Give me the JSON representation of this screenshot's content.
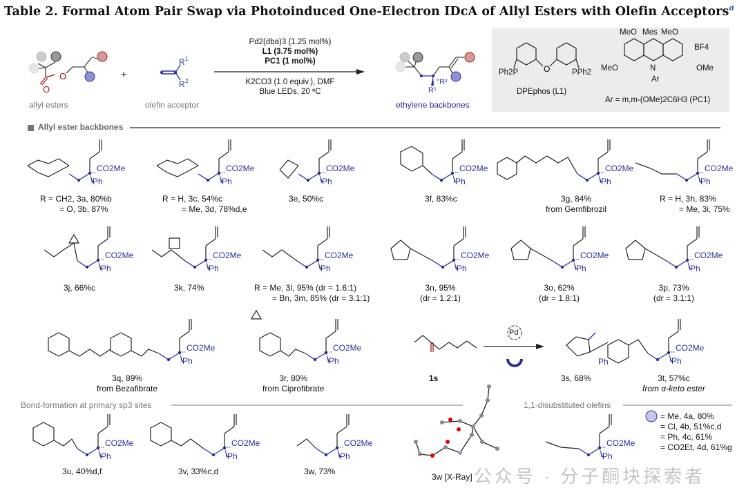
{
  "title": {
    "text": "Table 2. Formal Atom Pair Swap via Photoinduced One-Electron IDcA of Allyl Esters with Olefin Acceptors",
    "footnote": "a"
  },
  "scheme": {
    "reactant1_label": "allyl esters",
    "plus": "+",
    "reactant2_label": "olefin acceptor",
    "product_label": "ethylene backbones",
    "conditions_above": [
      "Pd2(dba)3 (1.25 mol%)",
      "L1 (3.75 mol%)",
      "PC1 (1 mol%)"
    ],
    "conditions_below": [
      "K2CO3 (1.0 equiv.), DMF",
      "Blue LEDs, 20 ºC"
    ],
    "ligand_label": "DPEphos (L1)",
    "ligand_groups": [
      "Ph2P",
      "O",
      "PPh2"
    ],
    "photocat_groups": [
      "MeO",
      "Mes",
      "MeO",
      "BF4",
      "MeO",
      "N",
      "OMe",
      "Ar"
    ],
    "photocat_label": "Ar = m,m-(OMe)2C6H3 (PC1)"
  },
  "sections": {
    "s1": "Allyl ester backbones",
    "s2": "Bond-formation at primary sp3 sites",
    "s3": "1,1-disubstituted olefins"
  },
  "compounds": [
    {
      "id": "3a/3b",
      "lines": [
        "R = CH2, 3a, 80%b",
        "= O, 3b, 87%"
      ]
    },
    {
      "id": "3c/3d",
      "lines": [
        "R = H, 3c, 54%c",
        "= Me, 3d, 78%d,e"
      ]
    },
    {
      "id": "3e",
      "lines": [
        "3e, 50%c"
      ]
    },
    {
      "id": "3f",
      "lines": [
        "3f, 83%c"
      ]
    },
    {
      "id": "3g",
      "lines": [
        "3g, 84%",
        "from Gemfibrozil"
      ]
    },
    {
      "id": "3h/3i",
      "lines": [
        "R = H, 3h, 83%",
        "= Me, 3i, 75%"
      ]
    },
    {
      "id": "3j",
      "lines": [
        "3j, 66%c"
      ]
    },
    {
      "id": "3k",
      "lines": [
        "3k, 74%"
      ]
    },
    {
      "id": "3l/3m",
      "lines": [
        "R = Me, 3l, 95% (dr = 1.6:1)",
        "= Bn, 3m, 85% (dr = 3.1:1)"
      ]
    },
    {
      "id": "3n",
      "lines": [
        "3n, 95%",
        "(dr = 1.2:1)"
      ]
    },
    {
      "id": "3o",
      "lines": [
        "3o, 62%",
        "(dr = 1.8:1)"
      ]
    },
    {
      "id": "3p",
      "lines": [
        "3p, 73%",
        "(dr = 3.1:1)"
      ]
    },
    {
      "id": "3q",
      "lines": [
        "3q, 89%",
        "from Bezafibrate"
      ]
    },
    {
      "id": "3r",
      "lines": [
        "3r, 80%",
        "from Ciprofibrate"
      ]
    },
    {
      "id": "1s",
      "lines": [
        "1s"
      ]
    },
    {
      "id": "3s",
      "lines": [
        "3s, 68%"
      ]
    },
    {
      "id": "3t",
      "lines": [
        "3t, 57%c",
        "from α-keto ester"
      ]
    },
    {
      "id": "3u",
      "lines": [
        "3u, 40%d,f"
      ]
    },
    {
      "id": "3v",
      "lines": [
        "3v, 33%c,d"
      ]
    },
    {
      "id": "3w",
      "lines": [
        "3w, 73%"
      ]
    },
    {
      "id": "3w-xray",
      "lines": [
        "3w [X-Ray]"
      ]
    },
    {
      "id": "4a-4d",
      "lines": [
        "= Me, 4a, 80%",
        "= Cl, 4b, 51%c,d",
        "= Ph, 4c, 61%",
        "= CO2Et, 4d, 61%g"
      ]
    }
  ],
  "common_labels": {
    "ester": "CO2Me",
    "aryl": "Ph",
    "pd": "Pd"
  },
  "watermark": "公众号 · 分子酮块探索者",
  "colors": {
    "blue": "#2a2f9a",
    "red": "#a31515",
    "section_gray": "#777777",
    "box_gray": "#ececec"
  }
}
